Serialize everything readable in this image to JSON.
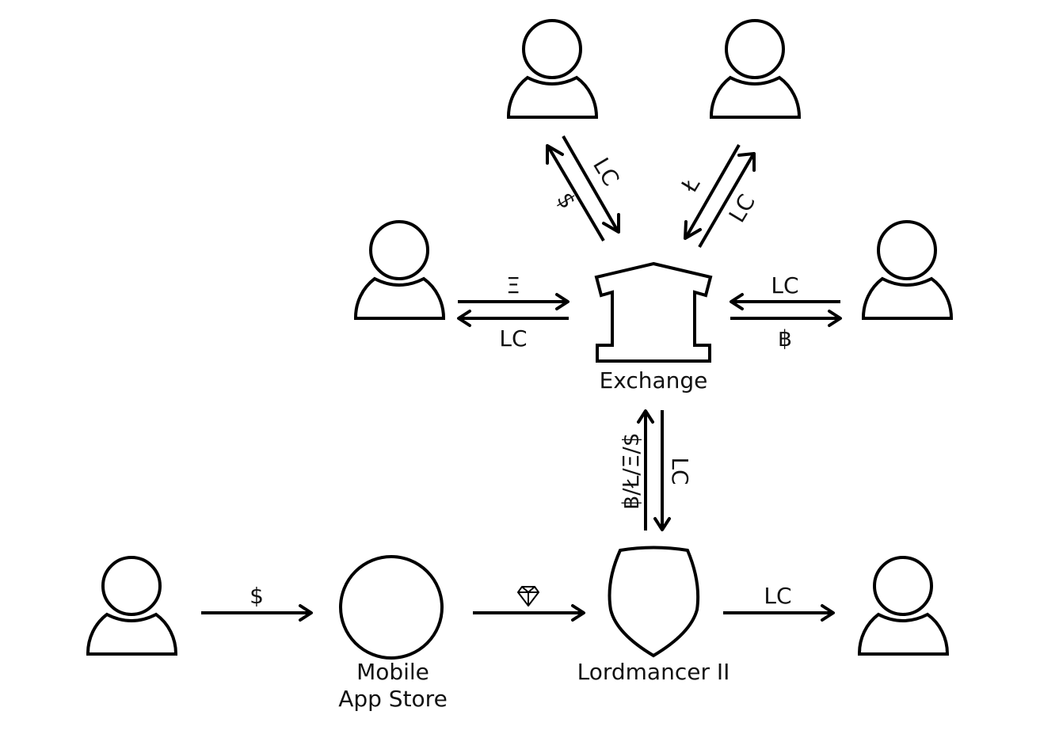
{
  "colors": {
    "stroke": "#000000",
    "background": "#ffffff",
    "text": "#111111"
  },
  "nodes": {
    "exchange": {
      "label": "Exchange",
      "icon": "bank-building-icon"
    },
    "app_store": {
      "label_line1": "Mobile",
      "label_line2": "App Store",
      "icon": "circle-icon"
    },
    "game": {
      "label": "Lordmancer II",
      "icon": "shield-icon"
    },
    "users": [
      {
        "id": "user-top-left",
        "icon": "person-icon"
      },
      {
        "id": "user-top-right",
        "icon": "person-icon"
      },
      {
        "id": "user-mid-left",
        "icon": "person-icon"
      },
      {
        "id": "user-mid-right",
        "icon": "person-icon"
      },
      {
        "id": "user-bottom-left",
        "icon": "person-icon"
      },
      {
        "id": "user-bottom-right",
        "icon": "person-icon"
      }
    ]
  },
  "edges": {
    "top_left_to_user": {
      "label": "$",
      "from": "exchange",
      "to": "user-top-left"
    },
    "top_left_to_exchange": {
      "label": "LC",
      "from": "user-top-left",
      "to": "exchange"
    },
    "top_right_to_exchange": {
      "label": "Ł",
      "from": "user-top-right",
      "to": "exchange"
    },
    "top_right_to_user": {
      "label": "LC",
      "from": "exchange",
      "to": "user-top-right"
    },
    "mid_left_to_exchange": {
      "label": "Ξ",
      "from": "user-mid-left",
      "to": "exchange"
    },
    "mid_left_to_user": {
      "label": "LC",
      "from": "exchange",
      "to": "user-mid-left"
    },
    "mid_right_to_exchange": {
      "label": "LC",
      "from": "user-mid-right",
      "to": "exchange"
    },
    "mid_right_to_user": {
      "label": "฿",
      "from": "exchange",
      "to": "user-mid-right"
    },
    "game_to_exchange": {
      "label": "฿/Ł/Ξ/$",
      "from": "game",
      "to": "exchange"
    },
    "exchange_to_game": {
      "label": "LC",
      "from": "exchange",
      "to": "game"
    },
    "user_to_app_store": {
      "label": "$",
      "from": "user-bottom-left",
      "to": "app-store"
    },
    "app_store_to_game": {
      "label": "",
      "icon": "diamond-gem-icon",
      "from": "app-store",
      "to": "game"
    },
    "game_to_user": {
      "label": "LC",
      "from": "game",
      "to": "user-bottom-right"
    }
  }
}
